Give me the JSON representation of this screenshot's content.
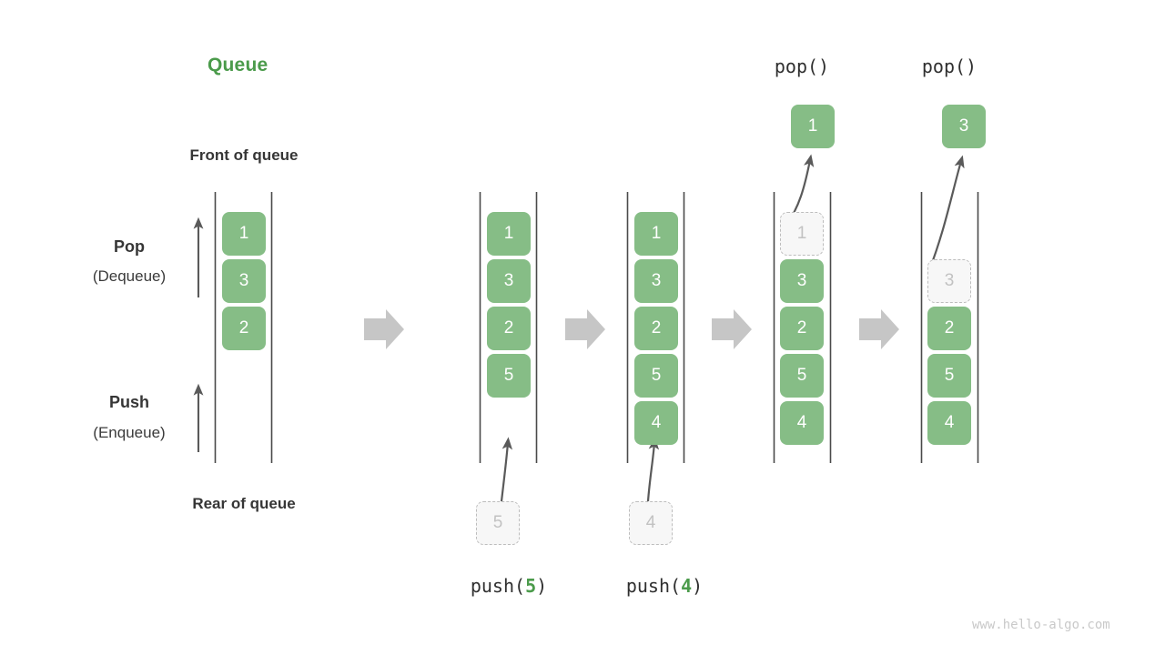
{
  "title": "Queue",
  "labels": {
    "front_of_queue": "Front of queue",
    "rear_of_queue": "Rear of queue",
    "pop_strong": "Pop",
    "pop_sub": "(Dequeue)",
    "push_strong": "Push",
    "push_sub": "(Enqueue)"
  },
  "colors": {
    "element_green": "#86bd86",
    "title_green": "#4b9b4b",
    "ghost_fill": "#f7f7f7",
    "ghost_border": "#bdbdbd",
    "rail": "#4a4a4a",
    "transition_arrow": "#c6c6c6",
    "op_arrow": "#5a5a5a",
    "watermark": "#c9c9c9",
    "text": "#363636"
  },
  "watermark": "www.hello-algo.com",
  "panels": [
    {
      "id": "panel-initial",
      "caption": "",
      "caption_prefix": "",
      "caption_value": "",
      "caption_suffix": "",
      "top_label": "",
      "popped_value": "",
      "incoming_value": "",
      "items": [
        {
          "value": "1",
          "state": "filled"
        },
        {
          "value": "3",
          "state": "filled"
        },
        {
          "value": "2",
          "state": "filled"
        }
      ]
    },
    {
      "id": "panel-push-5",
      "caption": "push(5)",
      "caption_prefix": "push(",
      "caption_value": "5",
      "caption_suffix": ")",
      "top_label": "",
      "popped_value": "",
      "incoming_value": "5",
      "items": [
        {
          "value": "1",
          "state": "filled"
        },
        {
          "value": "3",
          "state": "filled"
        },
        {
          "value": "2",
          "state": "filled"
        },
        {
          "value": "5",
          "state": "filled"
        }
      ]
    },
    {
      "id": "panel-push-4",
      "caption": "push(4)",
      "caption_prefix": "push(",
      "caption_value": "4",
      "caption_suffix": ")",
      "top_label": "",
      "popped_value": "",
      "incoming_value": "4",
      "items": [
        {
          "value": "1",
          "state": "filled"
        },
        {
          "value": "3",
          "state": "filled"
        },
        {
          "value": "2",
          "state": "filled"
        },
        {
          "value": "5",
          "state": "filled"
        },
        {
          "value": "4",
          "state": "filled"
        }
      ]
    },
    {
      "id": "panel-pop-1",
      "caption": "",
      "caption_prefix": "",
      "caption_value": "",
      "caption_suffix": "",
      "top_label": "pop()",
      "popped_value": "1",
      "incoming_value": "",
      "items": [
        {
          "value": "1",
          "state": "ghost"
        },
        {
          "value": "3",
          "state": "filled"
        },
        {
          "value": "2",
          "state": "filled"
        },
        {
          "value": "5",
          "state": "filled"
        },
        {
          "value": "4",
          "state": "filled"
        }
      ]
    },
    {
      "id": "panel-pop-3",
      "caption": "",
      "caption_prefix": "",
      "caption_value": "",
      "caption_suffix": "",
      "top_label": "pop()",
      "popped_value": "3",
      "incoming_value": "",
      "items": [
        {
          "value": "3",
          "state": "ghost"
        },
        {
          "value": "2",
          "state": "filled"
        },
        {
          "value": "5",
          "state": "filled"
        },
        {
          "value": "4",
          "state": "filled"
        }
      ]
    }
  ],
  "transitions": [
    "transition-arrow-1",
    "transition-arrow-2",
    "transition-arrow-3",
    "transition-arrow-4"
  ]
}
